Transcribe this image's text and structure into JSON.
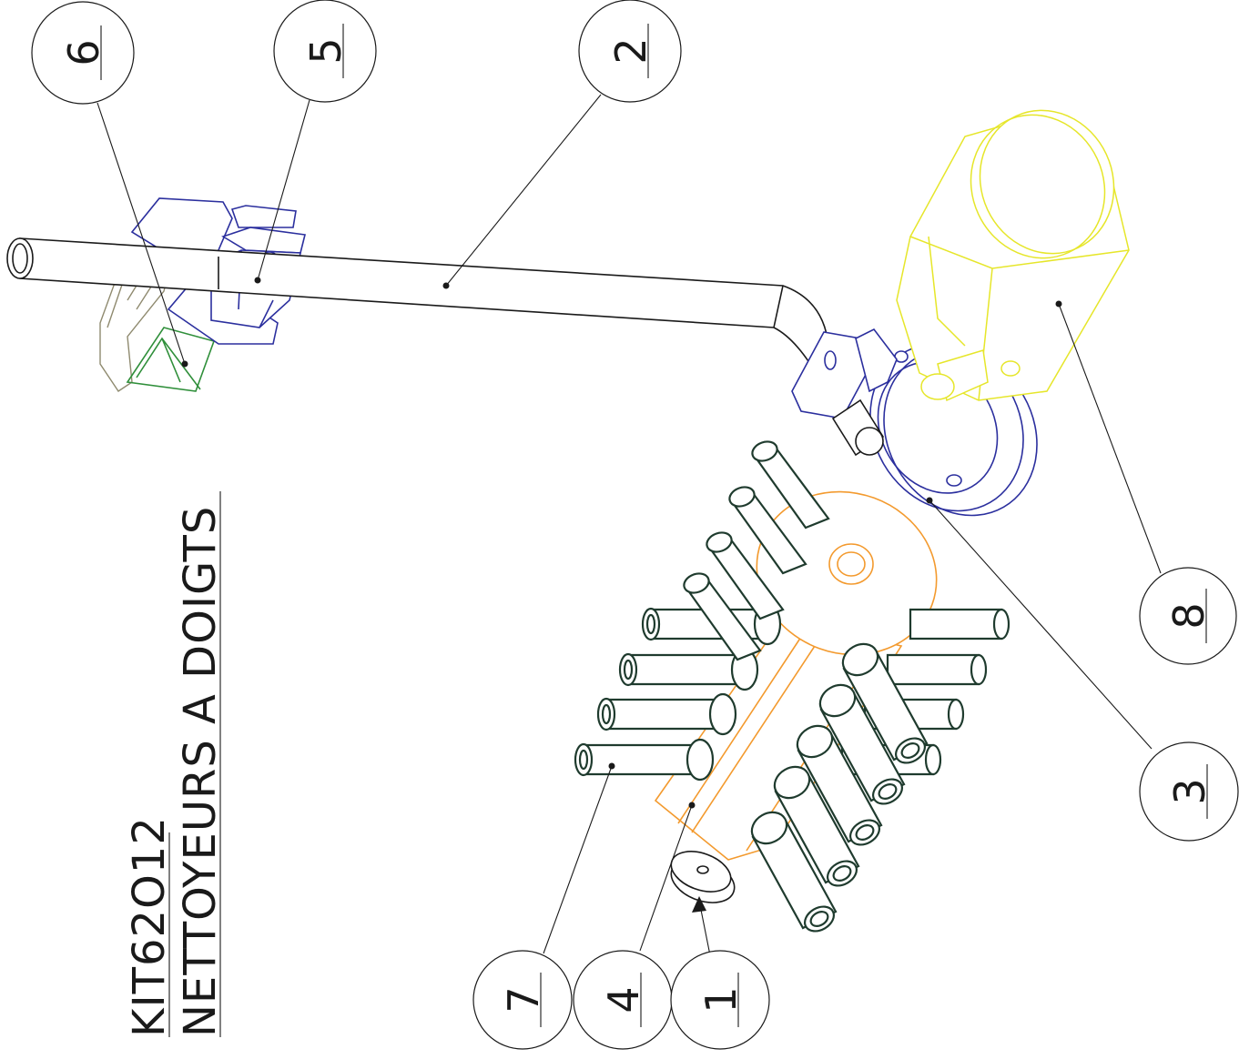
{
  "title": {
    "code": "KIT62O12",
    "name": "NETTOYEURS A DOIGTS"
  },
  "balloons": [
    {
      "label": "6"
    },
    {
      "label": "5"
    },
    {
      "label": "2"
    },
    {
      "label": "8"
    },
    {
      "label": "3"
    },
    {
      "label": "7"
    },
    {
      "label": "4"
    },
    {
      "label": "1"
    }
  ],
  "colors": {
    "rod": "#1a1a1a",
    "clamps": "#2b2f9e",
    "motor": "#e6e62a",
    "hub": "#f39a2e",
    "fingers": "#1f3b2e",
    "bracket": "#2f8f3a",
    "support": "#8f8a6f"
  }
}
